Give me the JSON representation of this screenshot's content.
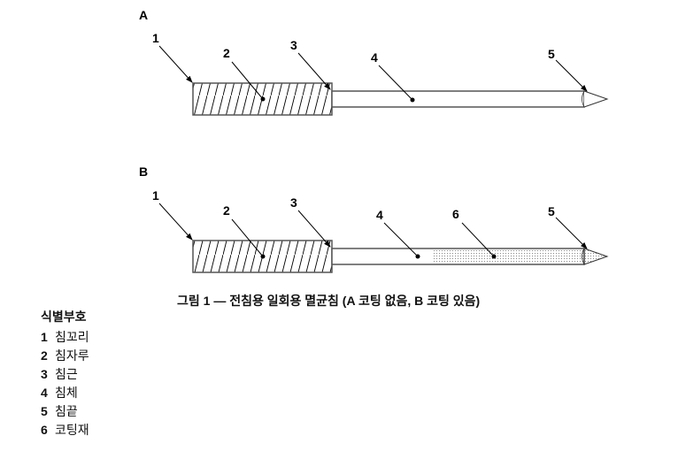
{
  "panels": [
    {
      "id": "A",
      "callouts": [
        "1",
        "2",
        "3",
        "4",
        "5"
      ],
      "coated": false
    },
    {
      "id": "B",
      "callouts": [
        "1",
        "2",
        "3",
        "4",
        "6",
        "5"
      ],
      "coated": true
    }
  ],
  "caption": "그림 1 — 전침용 일회용 멸균침 (A 코팅 없음, B 코팅 있음)",
  "legend": {
    "title": "식별부호",
    "items": [
      {
        "num": "1",
        "label": "침꼬리"
      },
      {
        "num": "2",
        "label": "침자루"
      },
      {
        "num": "3",
        "label": "침근"
      },
      {
        "num": "4",
        "label": "침체"
      },
      {
        "num": "5",
        "label": "침끝"
      },
      {
        "num": "6",
        "label": "코팅재"
      }
    ]
  }
}
